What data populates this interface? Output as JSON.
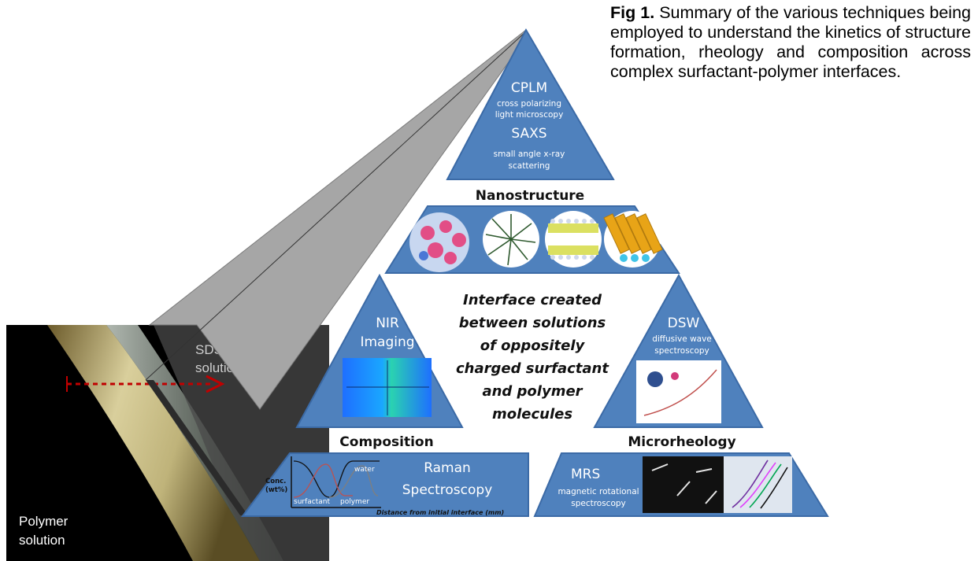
{
  "caption": {
    "label": "Fig 1.",
    "text": "Summary of the various techniques being employed to understand the kinetics of structure formation, rheology and composition across complex surfactant-polymer interfaces."
  },
  "photo": {
    "sds_label": [
      "SDS",
      "solution"
    ],
    "polymer_label": [
      "Polymer",
      "solution"
    ]
  },
  "top": {
    "title": "CPLM",
    "subtitle": [
      "cross polarizing",
      "light microscopy"
    ],
    "title2": "SAXS",
    "subtitle2": [
      "small angle x-ray",
      "scattering"
    ]
  },
  "bands": {
    "nanostructure": "Nanostructure",
    "composition": "Composition",
    "microrheology": "Microrheology"
  },
  "center": [
    "Interface created",
    "between solutions",
    "of oppositely",
    "charged surfactant",
    "and polymer",
    "molecules"
  ],
  "left_tri": {
    "title": [
      "NIR",
      "Imaging"
    ]
  },
  "right_tri": {
    "title": "DSW",
    "subtitle": [
      "diffusive wave",
      "spectroscopy"
    ]
  },
  "raman": {
    "title": [
      "Raman",
      "Spectroscopy"
    ],
    "ylabel": [
      "Conc.",
      "(wt%)"
    ],
    "water": "water",
    "surfactant": "surfactant",
    "polymer": "polymer",
    "xlabel": "Distance from initial interface (mm)"
  },
  "mrs": {
    "title": "MRS",
    "subtitle": [
      "magnetic rotational",
      "spectroscopy"
    ]
  },
  "colors": {
    "tri_blue": "#4f81bd",
    "tri_blue_dark": "#3b6aa6",
    "band_white": "#ffffff",
    "photo_bg": "#000000",
    "overlay_gray": "#4a4a4a",
    "wedge_gray": "#a6a6a6",
    "arrow_red": "#c00000"
  }
}
